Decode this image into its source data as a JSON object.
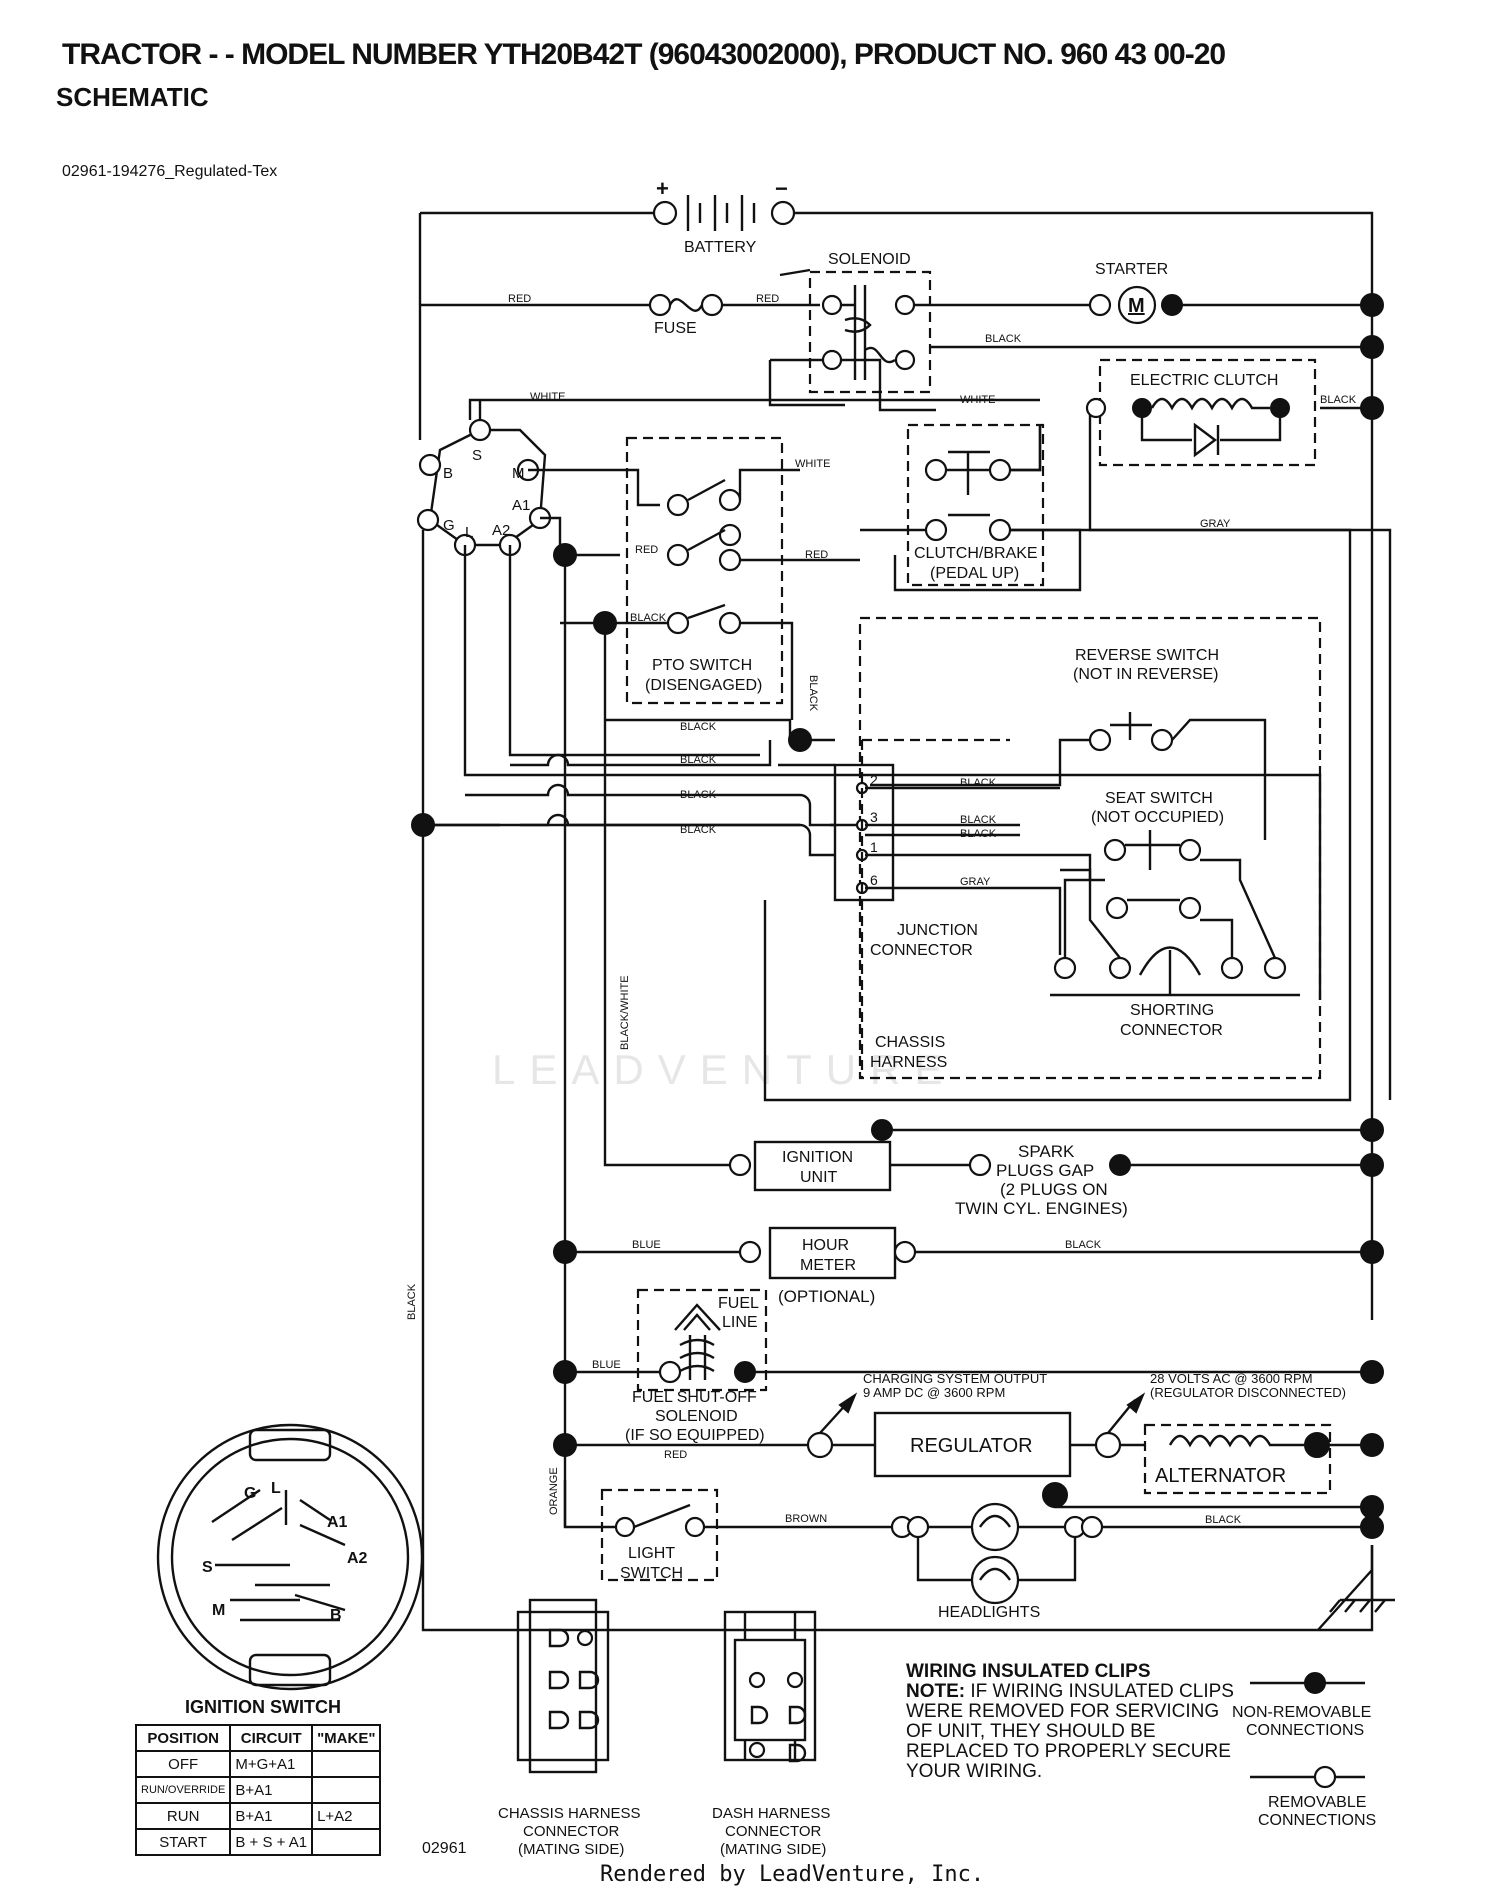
{
  "header": {
    "title": "TRACTOR - - MODEL NUMBER YTH20B42T (96043002000), PRODUCT NO. 960 43 00-20",
    "subtitle": "SCHEMATIC",
    "doc_id": "02961-194276_Regulated-Tex"
  },
  "components": {
    "battery": "BATTERY",
    "battery_pos": "+",
    "battery_neg": "−",
    "solenoid": "SOLENOID",
    "starter": "STARTER",
    "starter_m": "M",
    "fuse": "FUSE",
    "electric_clutch": "ELECTRIC CLUTCH",
    "pto_switch": [
      "PTO SWITCH",
      "(DISENGAGED)"
    ],
    "clutch_brake": [
      "CLUTCH/BRAKE",
      "(PEDAL UP)"
    ],
    "reverse_switch": [
      "REVERSE SWITCH",
      "(NOT IN REVERSE)"
    ],
    "seat_switch": [
      "SEAT SWITCH",
      "(NOT OCCUPIED)"
    ],
    "junction_connector": [
      "JUNCTION",
      "CONNECTOR"
    ],
    "shorting_connector": [
      "SHORTING",
      "CONNECTOR"
    ],
    "chassis_harness": [
      "CHASSIS",
      "HARNESS"
    ],
    "ignition_unit": [
      "IGNITION",
      "UNIT"
    ],
    "spark_plugs": [
      "SPARK",
      "PLUGS GAP",
      "(2 PLUGS ON",
      "TWIN CYL. ENGINES)"
    ],
    "hour_meter": [
      "HOUR",
      "METER"
    ],
    "optional": "(OPTIONAL)",
    "fuel_line": [
      "FUEL",
      "LINE"
    ],
    "fuel_solenoid": [
      "FUEL SHUT-OFF",
      "SOLENOID",
      "(IF SO EQUIPPED)"
    ],
    "charging_output": [
      "CHARGING SYSTEM OUTPUT",
      "9 AMP DC @ 3600 RPM"
    ],
    "ac_output": [
      "28 VOLTS AC @ 3600 RPM",
      "(REGULATOR DISCONNECTED)"
    ],
    "regulator": "REGULATOR",
    "alternator": "ALTERNATOR",
    "light_switch": [
      "LIGHT",
      "SWITCH"
    ],
    "headlights": "HEADLIGHTS",
    "junction_pins": [
      "2",
      "3",
      "1",
      "6"
    ],
    "ign_terminals": [
      "S",
      "M",
      "B",
      "A1",
      "G",
      "L",
      "A2"
    ]
  },
  "wires": {
    "red": "RED",
    "black": "BLACK",
    "white": "WHITE",
    "gray": "GRAY",
    "blue": "BLUE",
    "orange": "ORANGE",
    "brown": "BROWN",
    "black_white": "BLACK/WHITE"
  },
  "ignition_switch": {
    "title": "IGNITION SWITCH",
    "plug_letters": [
      "G",
      "L",
      "A1",
      "A2",
      "S",
      "M",
      "B"
    ],
    "columns": [
      "POSITION",
      "CIRCUIT",
      "\"MAKE\""
    ],
    "rows": [
      [
        "OFF",
        "M+G+A1",
        ""
      ],
      [
        "RUN/OVERRIDE",
        "B+A1",
        ""
      ],
      [
        "RUN",
        "B+A1",
        "L+A2"
      ],
      [
        "START",
        "B + S + A1",
        ""
      ]
    ]
  },
  "connectors": {
    "chassis": [
      "CHASSIS HARNESS",
      "CONNECTOR",
      "(MATING SIDE)"
    ],
    "dash": [
      "DASH HARNESS",
      "CONNECTOR",
      "(MATING SIDE)"
    ],
    "code": "02961"
  },
  "note": {
    "heading": "WIRING INSULATED CLIPS",
    "prefix": "NOTE:",
    "text": "IF WIRING INSULATED CLIPS WERE REMOVED FOR SERVICING OF UNIT, THEY SHOULD BE REPLACED TO PROPERLY SECURE YOUR WIRING."
  },
  "legend": {
    "non_removable": [
      "NON-REMOVABLE",
      "CONNECTIONS"
    ],
    "removable": [
      "REMOVABLE",
      "CONNECTIONS"
    ]
  },
  "watermark": "LEADVENTURE",
  "footer": "Rendered by LeadVenture, Inc."
}
